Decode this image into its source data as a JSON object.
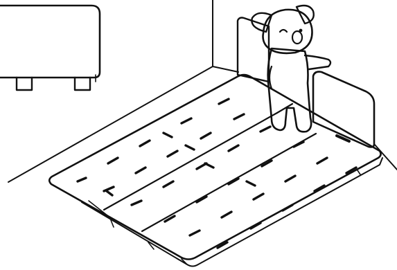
{
  "scene": {
    "subject": "koala-character",
    "objects": [
      "wall-panel",
      "bed-frame",
      "headboard",
      "footboard",
      "room-corner-lines"
    ],
    "colors": {
      "line": "#111111",
      "background": "#ffffff",
      "fill": "#ffffff"
    }
  }
}
